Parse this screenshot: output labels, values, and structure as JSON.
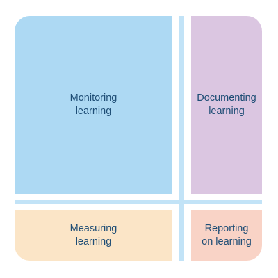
{
  "diagram": {
    "quadrants": {
      "monitoring": {
        "label": "Monitoring\nlearning",
        "color": "#add9f3"
      },
      "documenting": {
        "label": "Documenting\nlearning",
        "color": "#dbc6e1"
      },
      "measuring": {
        "label": "Measuring\nlearning",
        "color": "#fbe5c7"
      },
      "reporting": {
        "label": "Reporting\non learning",
        "color": "#f9d3c6"
      }
    },
    "divider_color": "#c2e3f7"
  }
}
